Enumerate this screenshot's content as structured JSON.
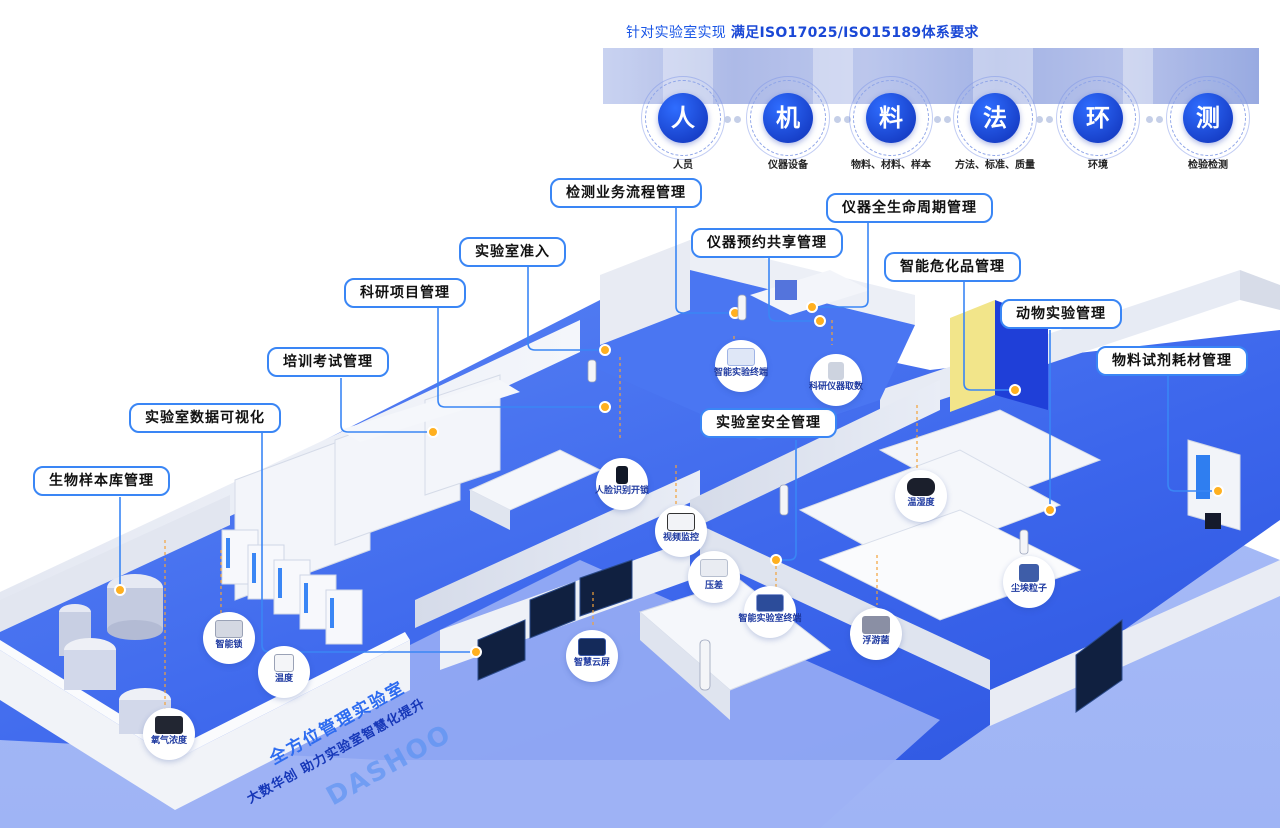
{
  "header": {
    "title_prefix": "针对实验室实现 ",
    "title_emphasis": "满足ISO17025/ISO15189体系要求",
    "pillars": [
      {
        "glyph": "人",
        "caption": "人员",
        "icon": "person-pillar-icon"
      },
      {
        "glyph": "机",
        "caption": "仪器设备",
        "icon": "machine-pillar-icon"
      },
      {
        "glyph": "料",
        "caption": "物料、材料、样本",
        "icon": "material-pillar-icon"
      },
      {
        "glyph": "法",
        "caption": "方法、标准、质量",
        "icon": "method-pillar-icon"
      },
      {
        "glyph": "环",
        "caption": "环境",
        "icon": "environment-pillar-icon"
      },
      {
        "glyph": "测",
        "caption": "检验检测",
        "icon": "testing-pillar-icon"
      }
    ]
  },
  "modules": {
    "biobank": "生物样本库管理",
    "data_viz": "实验室数据可视化",
    "training_exam": "培训考试管理",
    "research_project": "科研项目管理",
    "lab_access": "实验室准入",
    "testing_workflow": "检测业务流程管理",
    "instrument_booking": "仪器预约共享管理",
    "instrument_lifecycle": "仪器全生命周期管理",
    "hazardous_chemicals": "智能危化品管理",
    "animal_experiment": "动物实验管理",
    "reagent_consumables": "物料试剂耗材管理",
    "lab_safety": "实验室安全管理"
  },
  "devices": {
    "smart_terminal_top": "智能实验终端",
    "instrument_data": "科研仪器取数",
    "face_unlock": "人脸识别开锁",
    "video_monitor": "视频监控",
    "pressure_diff": "压差",
    "smart_lab_terminal": "智能实验室终端",
    "temp_humidity": "温湿度",
    "dust_particles": "尘埃粒子",
    "airborne_bacteria": "浮游菌",
    "smart_lock": "智能锁",
    "temperature": "温度",
    "oxygen": "氧气浓度",
    "cloud_screen": "智慧云屏"
  },
  "slogan": {
    "line1": "全方位管理实验室",
    "line2": "大数华创  助力实验室智慧化提升",
    "brand": "DASHOO"
  },
  "colors": {
    "accent": "#3a86f5",
    "floor": "#3c6cf0",
    "marker": "#ffb020",
    "pillar": "#1f4fd8"
  }
}
